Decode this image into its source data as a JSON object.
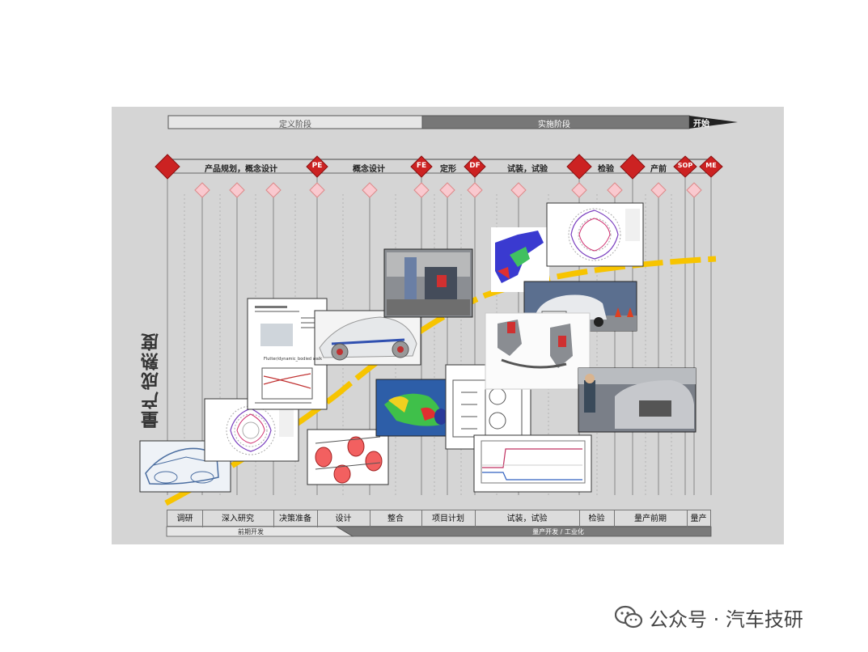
{
  "top_bar": {
    "definition_phase": "定义阶段",
    "implementation_phase": "实施阶段",
    "start_label": "开始"
  },
  "milestones": [
    {
      "label": "PE"
    },
    {
      "label": "FE"
    },
    {
      "label": "DF"
    },
    {
      "label": "SOP"
    },
    {
      "label": "ME"
    }
  ],
  "stage_labels": [
    "产品规划，概念设计",
    "概念设计",
    "定形",
    "试装，试验",
    "检验",
    "产前"
  ],
  "vertical_axis_label": "量产成熟度",
  "bottom_cells": [
    "调研",
    "深入研究",
    "决策准备",
    "设计",
    "整合",
    "项目计划",
    "试装，试验",
    "检验",
    "量产前期",
    "量产"
  ],
  "phase_bar": {
    "left": "前期开发",
    "right": "量产开发 / 工业化"
  },
  "chart_image_texts": {
    "doc_heading": "Flutter/dynamic_bodied walk"
  },
  "watermark": {
    "text": "公众号 · 汽车技研"
  },
  "colors": {
    "milestone_red": "#cc2222",
    "curve_yellow": "#f7c400",
    "panel_gray": "#d5d5d5",
    "bar_dark": "#7a7a7a"
  }
}
